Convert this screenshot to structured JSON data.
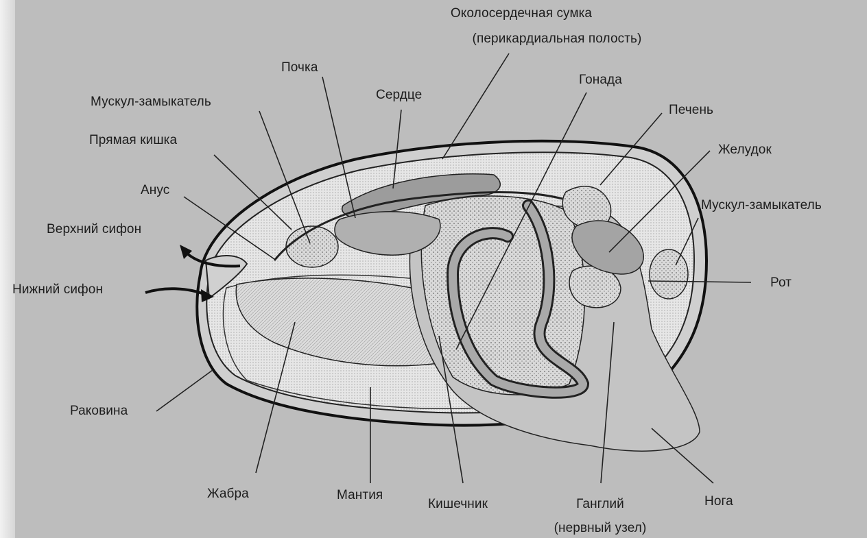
{
  "labels": {
    "pericardial_l1": "Околосердечная сумка",
    "pericardial_l2": "(перикардиальная полость)",
    "kidney": "Почка",
    "heart": "Сердце",
    "gonad": "Гонада",
    "adductor_post": "Мускул-замыкатель",
    "liver": "Печень",
    "rectum": "Прямая кишка",
    "stomach": "Желудок",
    "anus": "Анус",
    "adductor_ant": "Мускул-замыкатель",
    "upper_siphon": "Верхний сифон",
    "lower_siphon": "Нижний сифон",
    "mouth": "Рот",
    "shell": "Раковина",
    "gill": "Жабра",
    "mantle": "Мантия",
    "intestine": "Кишечник",
    "ganglion_l1": "Ганглий",
    "ganglion_l2": "(нервный узел)",
    "foot": "Нога"
  }
}
